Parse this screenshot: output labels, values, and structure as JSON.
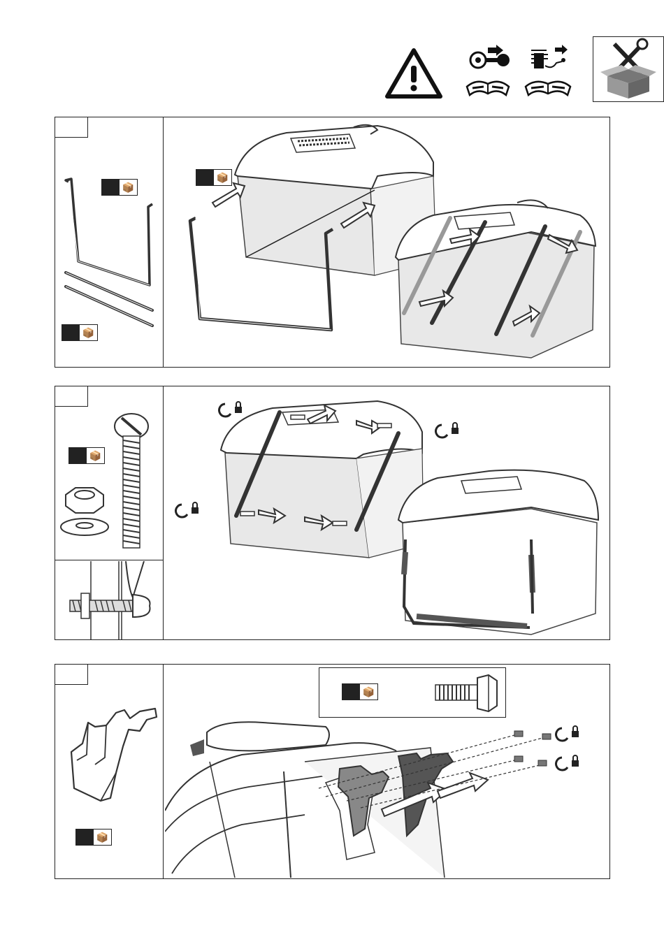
{
  "header": {
    "icons": [
      "warning-icon",
      "key-manual-icon",
      "battery-manual-icon",
      "tools-box-icon"
    ]
  },
  "steps": [
    {
      "id": 1,
      "label": "",
      "parts": [
        "grass-bag-frame",
        "support-rods"
      ],
      "badge_icon": "parts-bag-icon"
    },
    {
      "id": 2,
      "label": "",
      "parts": [
        "screw",
        "nut",
        "washer"
      ],
      "badge_icon": "parts-bag-icon",
      "lock_icon": "tighten-lock-icon"
    },
    {
      "id": 3,
      "label": "",
      "parts": [
        "mounting-bracket",
        "bolt"
      ],
      "badge_icon": "parts-bag-icon",
      "lock_icon": "tighten-lock-icon"
    }
  ],
  "colors": {
    "line": "#222222",
    "fill_gray": "#e6e6e6",
    "dark_part": "#555555"
  }
}
